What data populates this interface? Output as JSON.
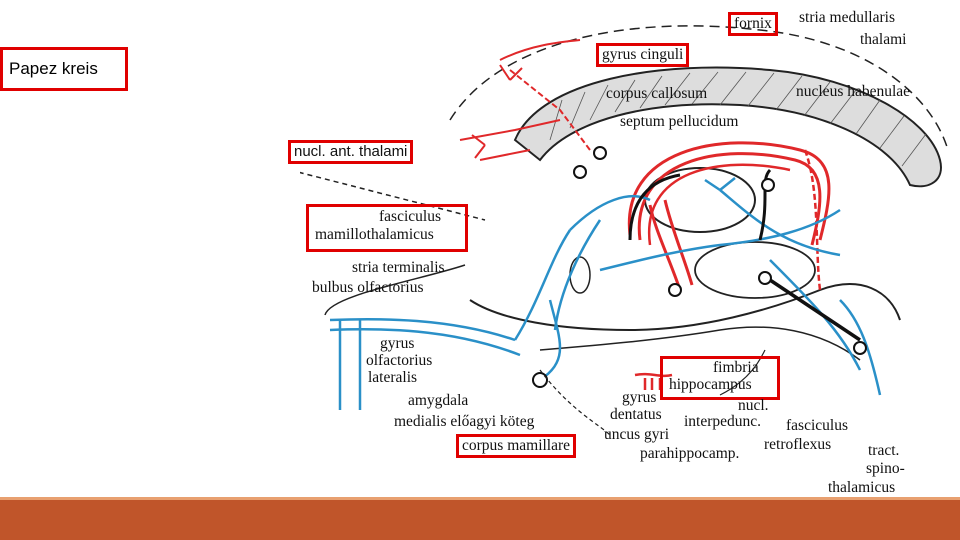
{
  "title": "Papez kreis",
  "labels": {
    "fornix": "fornix",
    "stria_medullaris": "stria medullaris",
    "thalami": "thalami",
    "gyrus_cinguli": "gyrus cinguli",
    "corpus_callosum": "corpus callosum",
    "septum_pellucidum": "septum pellucidum",
    "nucleus_habenulae": "nucleus habenulae",
    "nucl_ant_thalami": "nucl. ant. thalami",
    "fasciculus": "fasciculus",
    "mamillothalamicus": "mamillothalamicus",
    "stria_terminalis": "stria terminalis",
    "bulbus_olfactorius": "bulbus olfactorius",
    "gyrus": "gyrus",
    "olfactorius": "olfactorius",
    "lateralis": "lateralis",
    "amygdala": "amygdala",
    "medialis_eloagyi_koteg": "medialis előagyi köteg",
    "corpus_mamillare": "corpus mamillare",
    "fimbria": "fimbria",
    "hippocampus": "hippocampus",
    "gyrus_dentatus": "gyrus",
    "dentatus": "dentatus",
    "nucl": "nucl.",
    "interpedunc": "interpedunc.",
    "uncus_gyri": "uncus gyri",
    "parahippocamp": "parahippocamp.",
    "fasciculus2": "fasciculus",
    "retroflexus": "retroflexus",
    "tract": "tract.",
    "spino": "spino-",
    "thalamicus": "thalamicus"
  },
  "colors": {
    "highlight_box": "#e00000",
    "red_pathway": "#e0282a",
    "blue_pathway": "#2a90c8",
    "bottom_band": "#c0552a"
  }
}
